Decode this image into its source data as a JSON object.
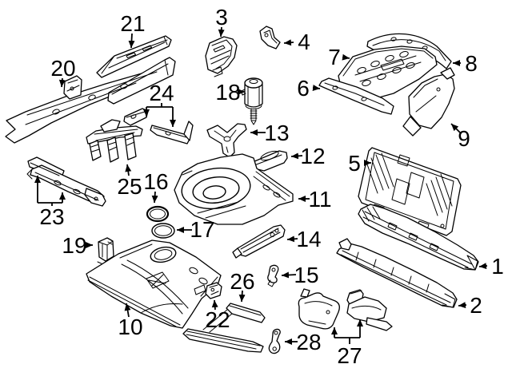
{
  "colors": {
    "background": "#ffffff",
    "ink": "#000000"
  },
  "diagram": {
    "type": "exploded-parts-diagram",
    "description": "Black-and-white exploded line-art diagram of sheet-metal body and floor parts with numbered callouts",
    "callouts": [
      {
        "label": "1"
      },
      {
        "label": "2"
      },
      {
        "label": "3"
      },
      {
        "label": "4"
      },
      {
        "label": "5"
      },
      {
        "label": "6"
      },
      {
        "label": "7"
      },
      {
        "label": "8"
      },
      {
        "label": "9"
      },
      {
        "label": "10"
      },
      {
        "label": "11"
      },
      {
        "label": "12"
      },
      {
        "label": "13"
      },
      {
        "label": "14"
      },
      {
        "label": "15"
      },
      {
        "label": "16"
      },
      {
        "label": "17"
      },
      {
        "label": "18"
      },
      {
        "label": "19"
      },
      {
        "label": "20"
      },
      {
        "label": "21"
      },
      {
        "label": "22"
      },
      {
        "label": "23"
      },
      {
        "label": "24"
      },
      {
        "label": "25"
      },
      {
        "label": "26"
      },
      {
        "label": "27"
      },
      {
        "label": "28"
      }
    ]
  }
}
